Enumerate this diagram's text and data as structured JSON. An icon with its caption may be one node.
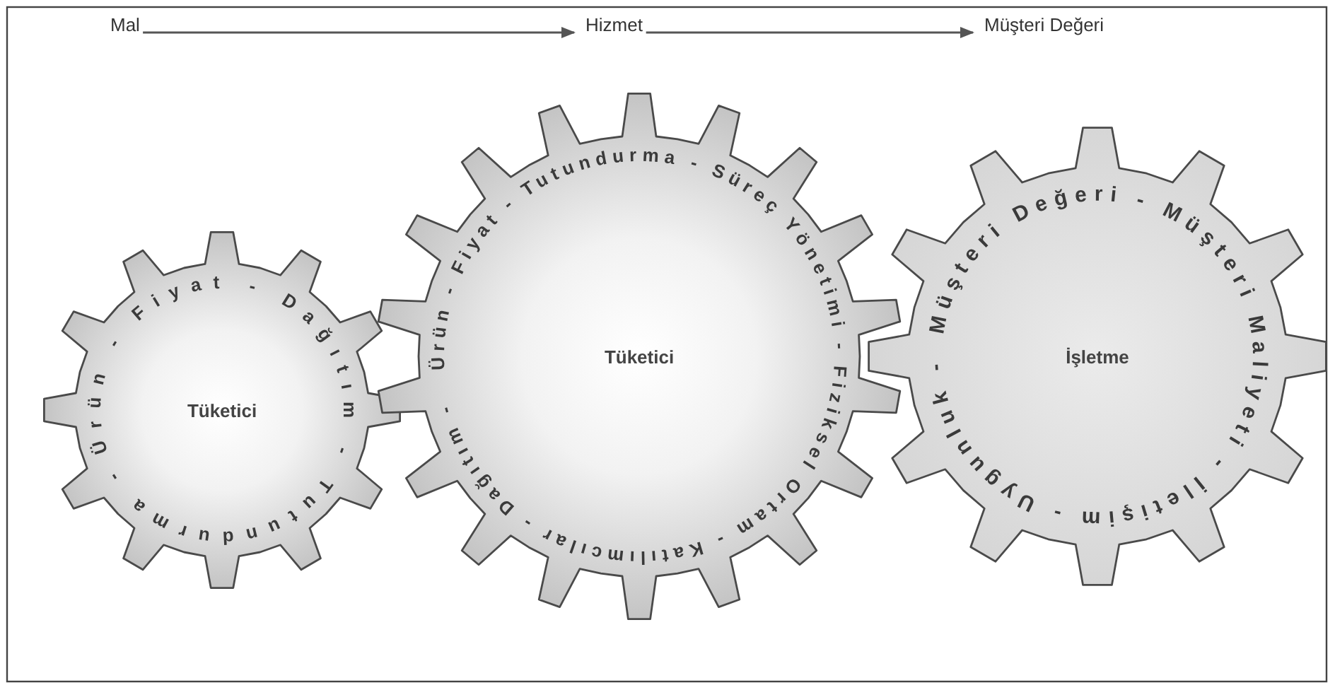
{
  "diagram": {
    "nodes": [
      {
        "text": [
          "Mal"
        ]
      },
      {
        "text": [
          "Hizmet"
        ]
      },
      {
        "text": [
          "Müşteri Değeri"
        ]
      },
      {
        "text": [
          "Tüketici",
          "Ürün - Fiyat - Dağıtım - Tutundurma -"
        ]
      },
      {
        "text": [
          "Tüketici",
          "Ürün - Fiyat - Tutundurma - Süreç Yönetimi - Fiziksel Ortam - Katılımcılar - Dağıtım -"
        ]
      },
      {
        "text": [
          "İşletme",
          "Müşteri Değeri - Müşteri Maliyeti - İletişim - Uygunluk -"
        ]
      }
    ],
    "edges": [
      {
        "from": 0,
        "to": 1,
        "arrow": "to"
      },
      {
        "from": 1,
        "to": 2,
        "arrow": "to"
      }
    ]
  }
}
